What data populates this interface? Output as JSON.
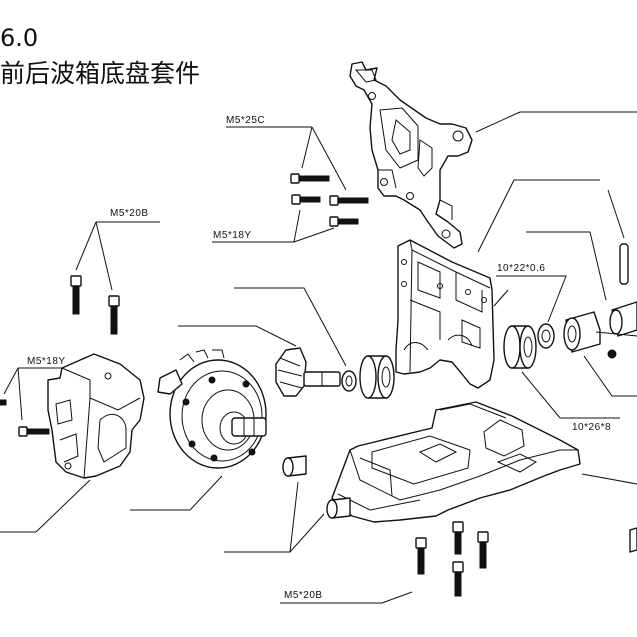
{
  "title": {
    "version": "6.0",
    "name": "前后波箱底盘套件"
  },
  "labels": {
    "m5x25c": "M5*25C",
    "m5x18y_top": "M5*18Y",
    "m5x20b_left": "M5*20B",
    "m5x18y_left": "M5*18Y",
    "washer_10x22": "10*22*0.6",
    "bearing_10x26": "10*26*8",
    "m5x20b_bottom": "M5*20B"
  }
}
